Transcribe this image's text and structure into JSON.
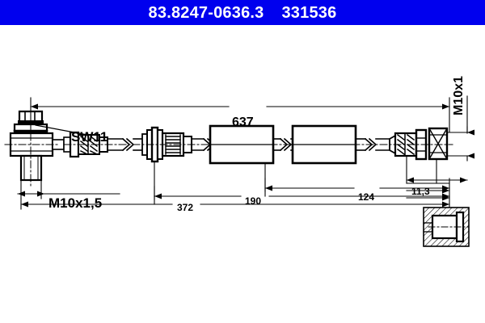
{
  "header": {
    "part_number": "83.8247-0636.3",
    "reference_number": "331536"
  },
  "drawing": {
    "title": "brake-hose-technical-drawing",
    "labels": {
      "hex_size": "SW11",
      "thread_left": "M10x1,5",
      "thread_right": "M10x1",
      "overall_length": "637",
      "dim_372": "372",
      "dim_190": "190",
      "dim_124": "124",
      "dim_113": "11,3"
    }
  },
  "colors": {
    "banner_background": "#0000ee",
    "banner_text": "#ffffff",
    "line": "#000000",
    "page_background": "#ffffff"
  }
}
